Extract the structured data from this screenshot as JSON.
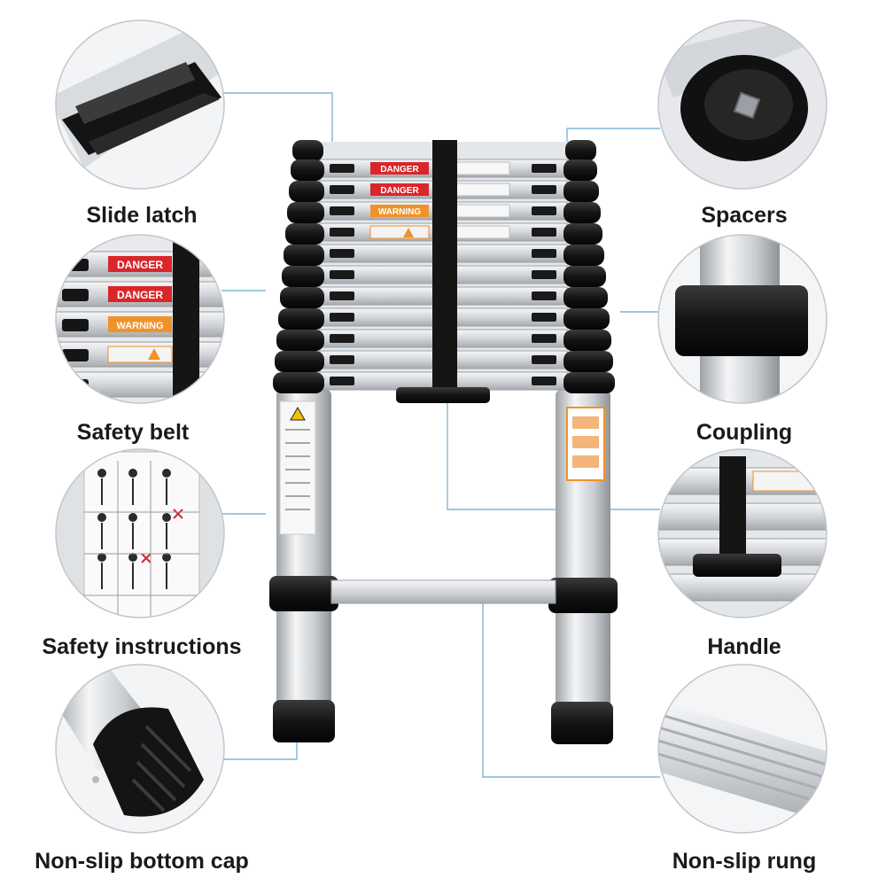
{
  "features": {
    "slide_latch": "Slide latch",
    "safety_belt": "Safety belt",
    "safety_instructions": "Safety instructions",
    "bottom_cap": "Non-slip bottom cap",
    "spacers": "Spacers",
    "coupling": "Coupling",
    "handle": "Handle",
    "rung": "Non-slip rung"
  },
  "signs": {
    "danger": "DANGER",
    "warning": "WARNING"
  },
  "colors": {
    "danger_red": "#d9262b",
    "warning_orange": "#f0922a",
    "rubber_black": "#151515",
    "aluminum": "#d8dbdf",
    "leader_line": "#7fb6d6"
  }
}
